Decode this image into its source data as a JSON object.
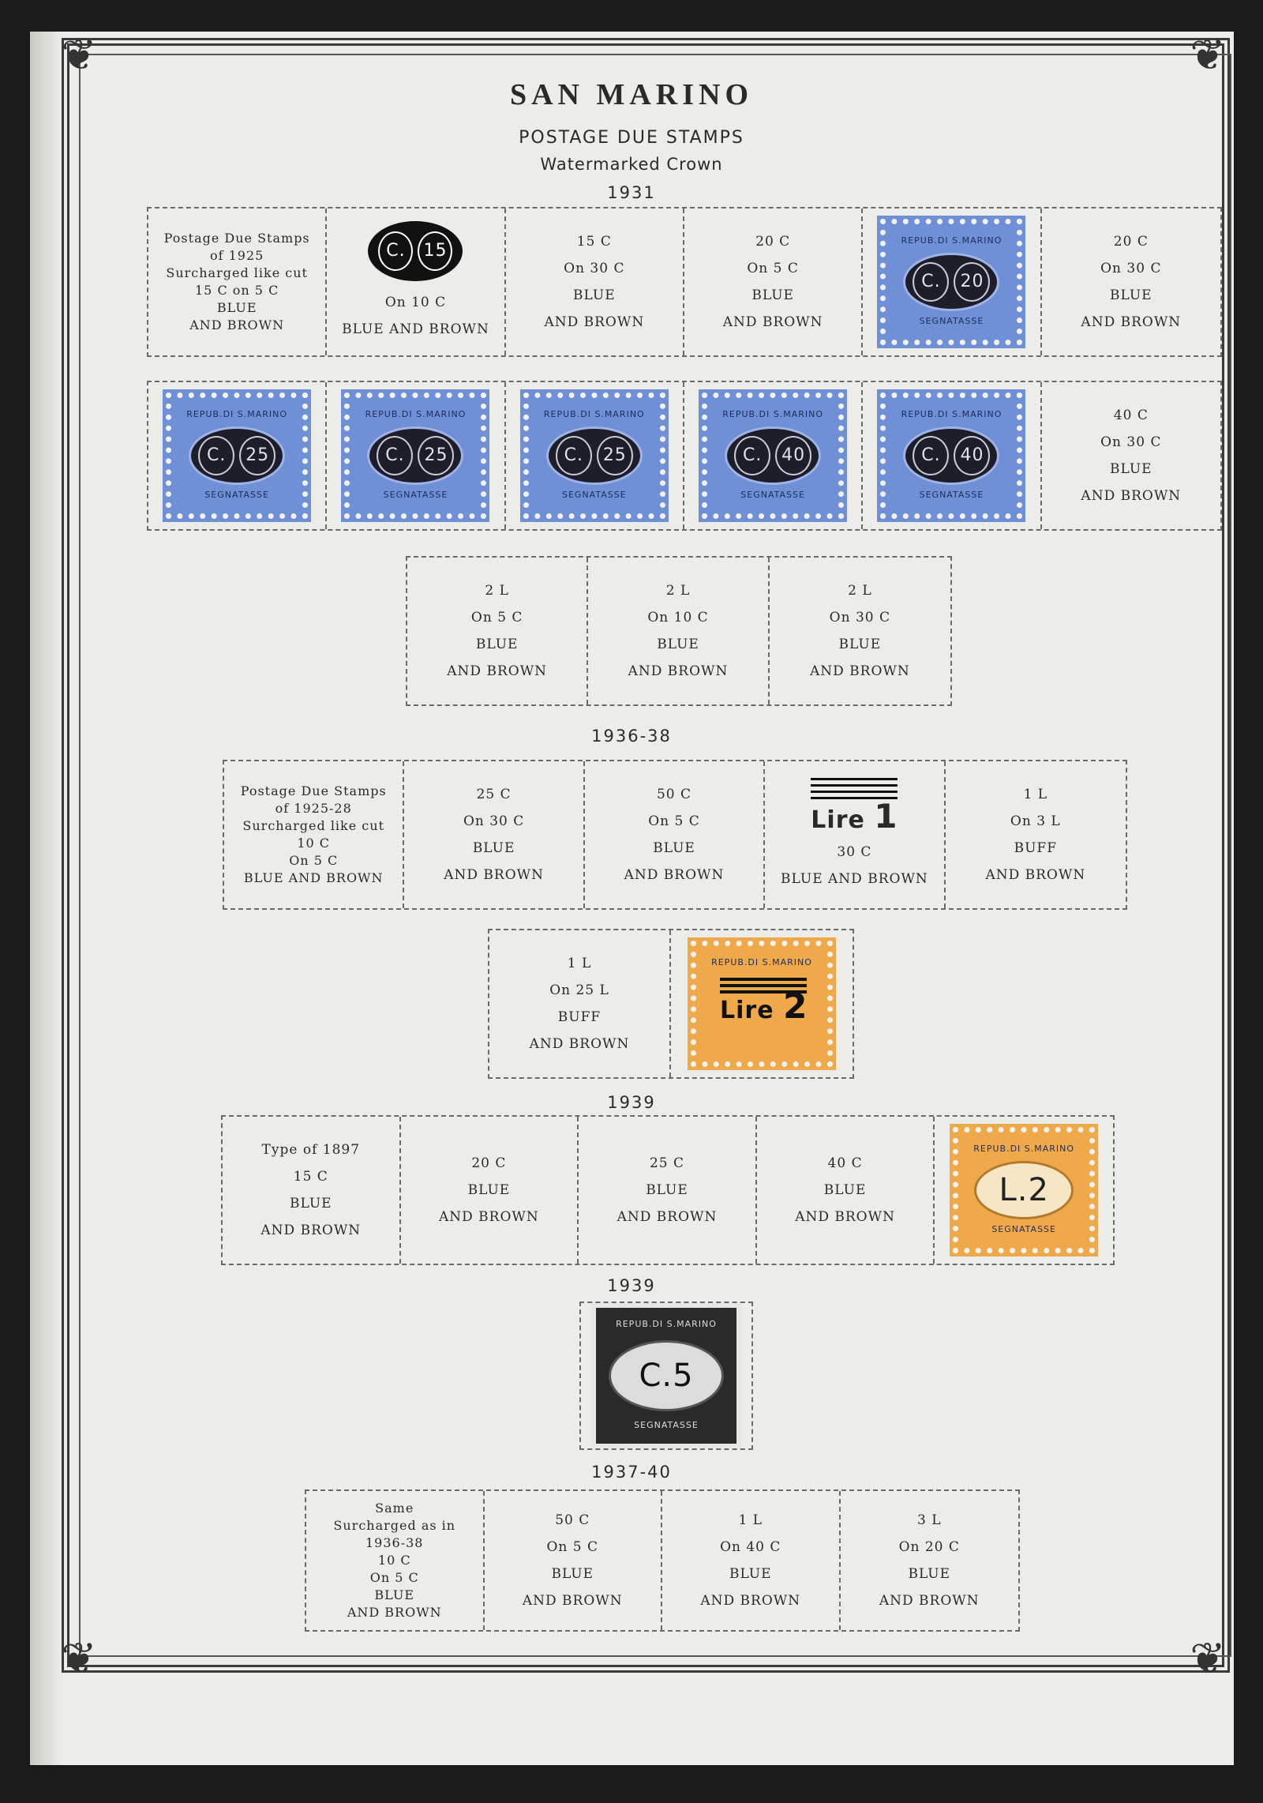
{
  "page": {
    "country": "SAN MARINO",
    "section": "POSTAGE DUE STAMPS",
    "subsection": "Watermarked Crown"
  },
  "years": {
    "y1931": "1931",
    "y1936": "1936-38",
    "y1939a": "1939",
    "y1939b": "1939",
    "y1937": "1937-40"
  },
  "rows": {
    "r1": [
      {
        "lines": [
          "Postage Due Stamps",
          "of 1925",
          "Surcharged like cut",
          "15 C on 5 C",
          "BLUE",
          "AND BROWN"
        ]
      },
      {
        "sample": "surcharge",
        "sample_text": [
          "C.",
          "15"
        ],
        "lines": [
          "On 10 C",
          "BLUE AND BROWN"
        ]
      },
      {
        "lines": [
          "15 C",
          "On 30 C",
          "BLUE",
          "AND BROWN"
        ]
      },
      {
        "lines": [
          "20 C",
          "On 5 C",
          "BLUE",
          "AND BROWN"
        ]
      },
      {
        "stamp": {
          "color": "blue",
          "top": "REPUB.DI S.MARINO",
          "bottom": "SEGNATASSE",
          "values": [
            "C.",
            "20"
          ]
        }
      },
      {
        "lines": [
          "20 C",
          "On 30 C",
          "BLUE",
          "AND BROWN"
        ]
      }
    ],
    "r2": [
      {
        "stamp": {
          "color": "blue",
          "top": "REPUB.DI S.MARINO",
          "bottom": "SEGNATASSE",
          "values": [
            "C.",
            "25"
          ]
        }
      },
      {
        "stamp": {
          "color": "blue",
          "top": "REPUB.DI S.MARINO",
          "bottom": "SEGNATASSE",
          "values": [
            "C.",
            "25"
          ]
        }
      },
      {
        "stamp": {
          "color": "blue",
          "top": "REPUB.DI S.MARINO",
          "bottom": "SEGNATASSE",
          "values": [
            "C.",
            "25"
          ]
        }
      },
      {
        "stamp": {
          "color": "blue",
          "top": "REPUB.DI S.MARINO",
          "bottom": "SEGNATASSE",
          "values": [
            "C.",
            "40"
          ]
        }
      },
      {
        "stamp": {
          "color": "blue",
          "top": "REPUB.DI S.MARINO",
          "bottom": "SEGNATASSE",
          "values": [
            "C.",
            "40"
          ]
        }
      },
      {
        "lines": [
          "40 C",
          "On 30 C",
          "BLUE",
          "AND BROWN"
        ]
      }
    ],
    "r3": [
      {
        "lines": [
          "2 L",
          "On 5 C",
          "BLUE",
          "AND BROWN"
        ]
      },
      {
        "lines": [
          "2 L",
          "On 10 C",
          "BLUE",
          "AND BROWN"
        ]
      },
      {
        "lines": [
          "2 L",
          "On 30 C",
          "BLUE",
          "AND BROWN"
        ]
      }
    ],
    "r4": [
      {
        "lines": [
          "Postage Due Stamps",
          "of 1925-28",
          "Surcharged like cut",
          "10 C",
          "On 5 C",
          "BLUE AND BROWN"
        ]
      },
      {
        "lines": [
          "25 C",
          "On 30 C",
          "BLUE",
          "AND BROWN"
        ]
      },
      {
        "lines": [
          "50 C",
          "On 5 C",
          "BLUE",
          "AND BROWN"
        ]
      },
      {
        "sample": "lire",
        "sample_text": [
          "Lire",
          "1"
        ],
        "lines": [
          "30 C",
          "BLUE AND BROWN"
        ]
      },
      {
        "lines": [
          "1 L",
          "On 3 L",
          "BUFF",
          "AND BROWN"
        ]
      }
    ],
    "r5": [
      {
        "lines": [
          "1 L",
          "On 25 L",
          "BUFF",
          "AND BROWN"
        ]
      },
      {
        "stamp": {
          "color": "orange-surch",
          "top": "REPUB.DI S.MARINO",
          "bottom": "",
          "values": [
            "Lire",
            "2"
          ]
        }
      }
    ],
    "r6": [
      {
        "lines": [
          "Type of 1897",
          "15 C",
          "BLUE",
          "AND BROWN"
        ]
      },
      {
        "lines": [
          "20 C",
          "BLUE",
          "AND BROWN"
        ]
      },
      {
        "lines": [
          "25 C",
          "BLUE",
          "AND BROWN"
        ]
      },
      {
        "lines": [
          "40 C",
          "BLUE",
          "AND BROWN"
        ]
      },
      {
        "stamp": {
          "color": "orange",
          "top": "REPUB.DI S.MARINO",
          "bottom": "SEGNATASSE",
          "values": [
            "L.2"
          ]
        }
      }
    ],
    "r7": [
      {
        "stamp": {
          "color": "black",
          "top": "REPUB.DI S.MARINO",
          "bottom": "SEGNATASSE",
          "values": [
            "C.5"
          ]
        }
      }
    ],
    "r8": [
      {
        "lines": [
          "Same",
          "Surcharged as in",
          "1936-38",
          "10 C",
          "On 5 C",
          "BLUE",
          "AND BROWN"
        ]
      },
      {
        "lines": [
          "50 C",
          "On 5 C",
          "BLUE",
          "AND BROWN"
        ]
      },
      {
        "lines": [
          "1 L",
          "On 40 C",
          "BLUE",
          "AND BROWN"
        ]
      },
      {
        "lines": [
          "3 L",
          "On 20 C",
          "BLUE",
          "AND BROWN"
        ]
      }
    ]
  }
}
